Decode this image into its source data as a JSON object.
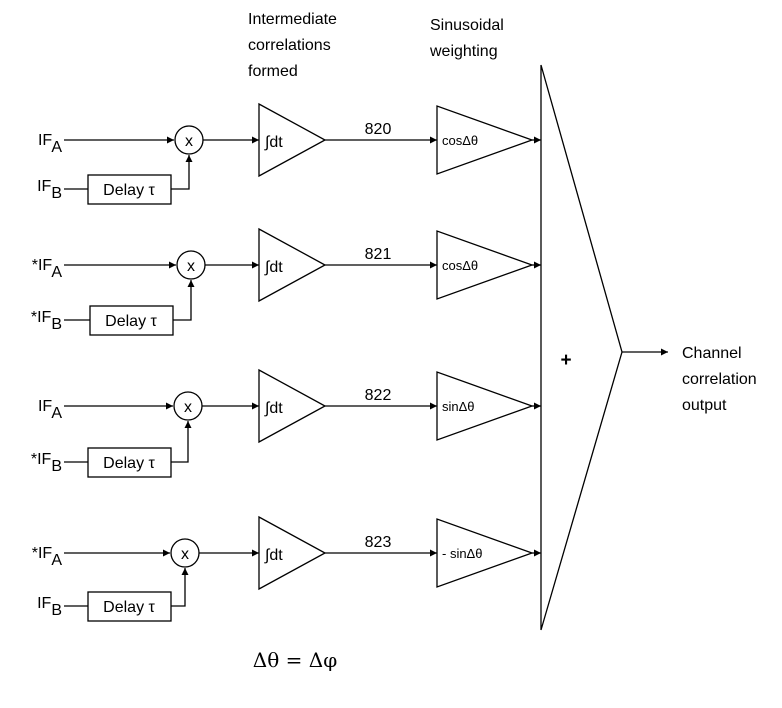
{
  "headers": {
    "intermediate": [
      "Intermediate",
      "correlations",
      "formed"
    ],
    "weighting": [
      "Sinusoidal",
      "weighting"
    ]
  },
  "channels": [
    {
      "in_a_prefix": "",
      "in_a_main": "IF",
      "in_a_sub": "A",
      "in_b_prefix": "",
      "in_b_main": "IF",
      "in_b_sub": "B",
      "delay_label": "Delay τ",
      "mixer": "x",
      "integrator": "∫dt",
      "ref_number": "820",
      "weight": "cosΔθ"
    },
    {
      "in_a_prefix": "*",
      "in_a_main": "IF",
      "in_a_sub": "A",
      "in_b_prefix": "*",
      "in_b_main": "IF",
      "in_b_sub": "B",
      "delay_label": "Delay τ",
      "mixer": "x",
      "integrator": "∫dt",
      "ref_number": "821",
      "weight": "cosΔθ"
    },
    {
      "in_a_prefix": "",
      "in_a_main": "IF",
      "in_a_sub": "A",
      "in_b_prefix": "*",
      "in_b_main": "IF",
      "in_b_sub": "B",
      "delay_label": "Delay τ",
      "mixer": "x",
      "integrator": "∫dt",
      "ref_number": "822",
      "weight": "sinΔθ"
    },
    {
      "in_a_prefix": "*",
      "in_a_main": "IF",
      "in_a_sub": "A",
      "in_b_prefix": "",
      "in_b_main": "IF",
      "in_b_sub": "B",
      "delay_label": "Delay τ",
      "mixer": "x",
      "integrator": "∫dt",
      "ref_number": "823",
      "weight": "- sinΔθ"
    }
  ],
  "summer_symbol": "+",
  "output_label": [
    "Channel",
    "correlation",
    "output"
  ],
  "equation": "Δθ = Δφ"
}
